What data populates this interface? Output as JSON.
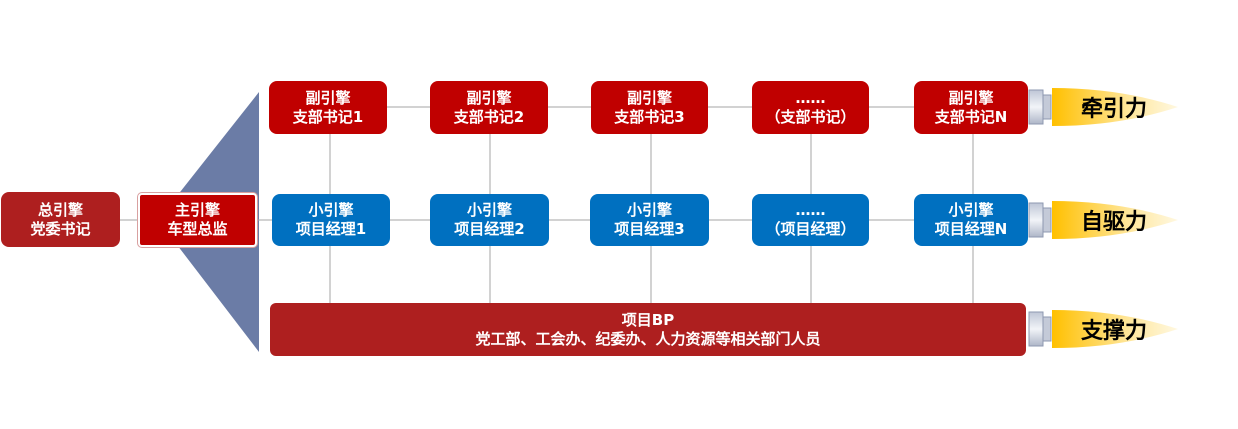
{
  "chief": {
    "line1": "总引擎",
    "line2": "党委书记"
  },
  "main_engine": {
    "line1": "主引擎",
    "line2": "车型总监"
  },
  "secretaries": [
    {
      "line1": "副引擎",
      "line2": "支部书记1"
    },
    {
      "line1": "副引擎",
      "line2": "支部书记2"
    },
    {
      "line1": "副引擎",
      "line2": "支部书记3"
    },
    {
      "line1": "……",
      "line2": "（支部书记）"
    },
    {
      "line1": "副引擎",
      "line2": "支部书记N"
    }
  ],
  "managers": [
    {
      "line1": "小引擎",
      "line2": "项目经理1"
    },
    {
      "line1": "小引擎",
      "line2": "项目经理2"
    },
    {
      "line1": "小引擎",
      "line2": "项目经理3"
    },
    {
      "line1": "……",
      "line2": "（项目经理）"
    },
    {
      "line1": "小引擎",
      "line2": "项目经理N"
    }
  ],
  "bp": {
    "line1": "项目BP",
    "line2": "党工部、工会办、纪委办、人力资源等相关部门人员"
  },
  "forces": {
    "traction": "牵引力",
    "self_drive": "自驱力",
    "support": "支撑力"
  },
  "colors": {
    "secretary": "#c00000",
    "manager": "#0070c0",
    "chief": "#ae1f1f",
    "bp": "#ae1f1f",
    "fan": "#6b7ca6",
    "flame": "#ffc000",
    "line": "#a6a6a6"
  }
}
